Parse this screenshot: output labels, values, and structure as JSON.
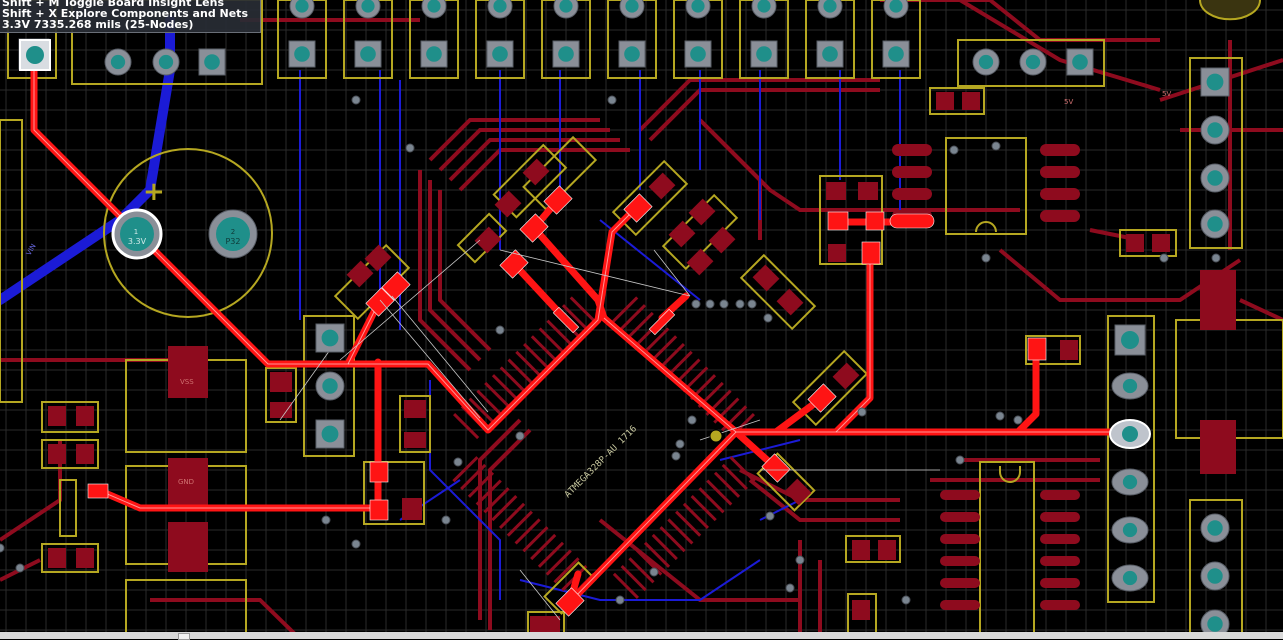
{
  "hud": {
    "line1": "Shift + M  Toggle Board Insight Lens",
    "line2": "Shift + X  Explore Components and Nets",
    "line3": "3.3V   7335.268 mils  (25-Nodes)"
  },
  "board": {
    "chip_marking": "ATMEGA328P-AU  1716",
    "cap_plus": "+",
    "pad1_num": "1",
    "pad1_net": "3.3V",
    "pad2_num": "2",
    "pad2_net": "P32",
    "net_vss": "VSS",
    "net_gnd": "GND",
    "net_5v_a": "5V",
    "net_5v_b": "5V",
    "net_vin": "VIN"
  },
  "colors": {
    "background": "#000000",
    "bottom_copper": "#8e0b1e",
    "top_copper_highlight": "#ff1414",
    "bottom_trace": "#1b1bd6",
    "silkscreen": "#b5a721",
    "pad_teal": "#1f8f8a",
    "grid": "#2a2a2a",
    "hud_bg": "#2c3038"
  }
}
